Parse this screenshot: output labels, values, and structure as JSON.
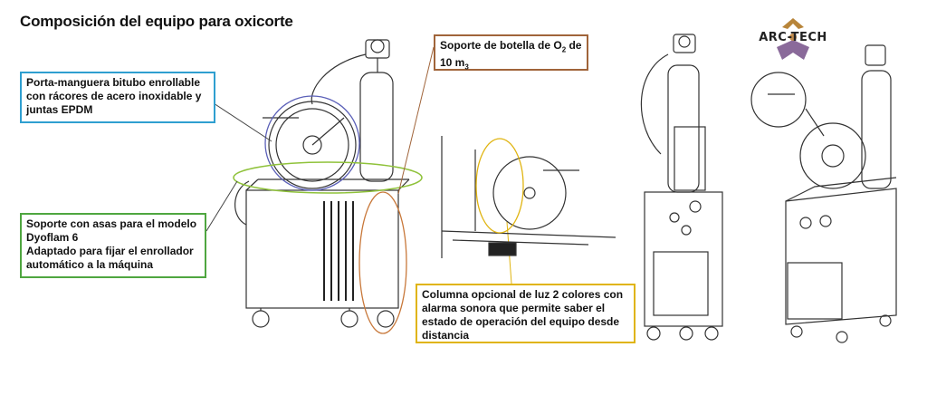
{
  "title": "Composición del equipo para oxicorte",
  "callouts": {
    "hose_reel": {
      "lines": [
        "Porta-manguera bitubo enrollable",
        "con rácores de acero inoxidable y",
        "juntas EPDM"
      ],
      "color": "#2f9fd0"
    },
    "support": {
      "lines": [
        "Soporte con asas para el modelo",
        "Dyoflam 6",
        "Adaptado para fijar el enrollador",
        "automático a la máquina"
      ],
      "color": "#4fa640"
    },
    "bottle": {
      "line1_prefix": "Soporte de botella de O",
      "line1_sub": "2",
      "line1_suffix": " de",
      "line2_prefix": "10 m",
      "line2_sub": "3",
      "color": "#a0643a"
    },
    "light_column": {
      "lines": [
        "Columna opcional de luz 2 colores con",
        "alarma sonora que permite saber el",
        "estado de operación del equipo desde",
        "distancia"
      ],
      "color": "#e0b410"
    }
  },
  "logo": {
    "text": "ARC-TECH",
    "color": "#8a6a9a"
  }
}
